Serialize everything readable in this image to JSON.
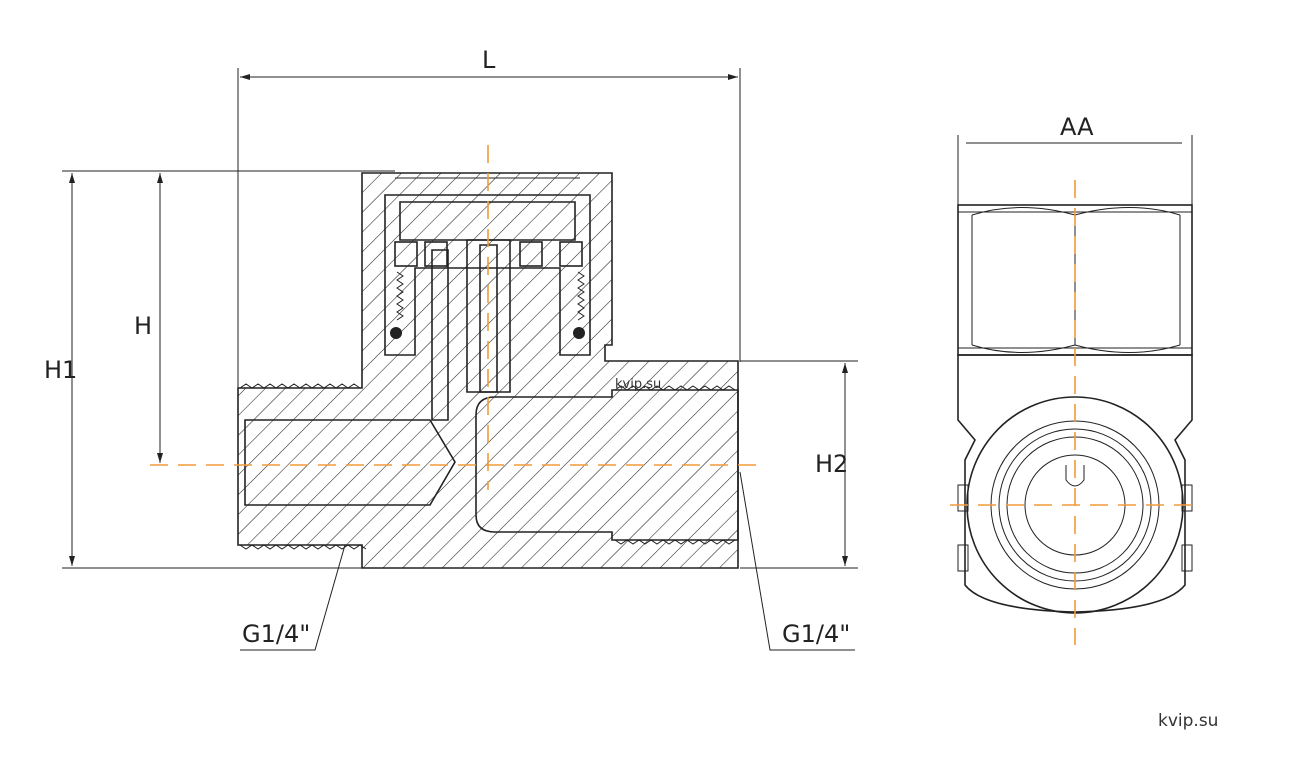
{
  "labels": {
    "length": "L",
    "height": "H",
    "height_total": "H1",
    "height_port": "H2",
    "across_flats": "AA",
    "thread_left": "G1/4\"",
    "thread_right": "G1/4\"",
    "watermark_inline": "kvip.su",
    "watermark_corner": "kvip.su"
  },
  "colors": {
    "line": "#222222",
    "centerline": "#f29a3a"
  }
}
